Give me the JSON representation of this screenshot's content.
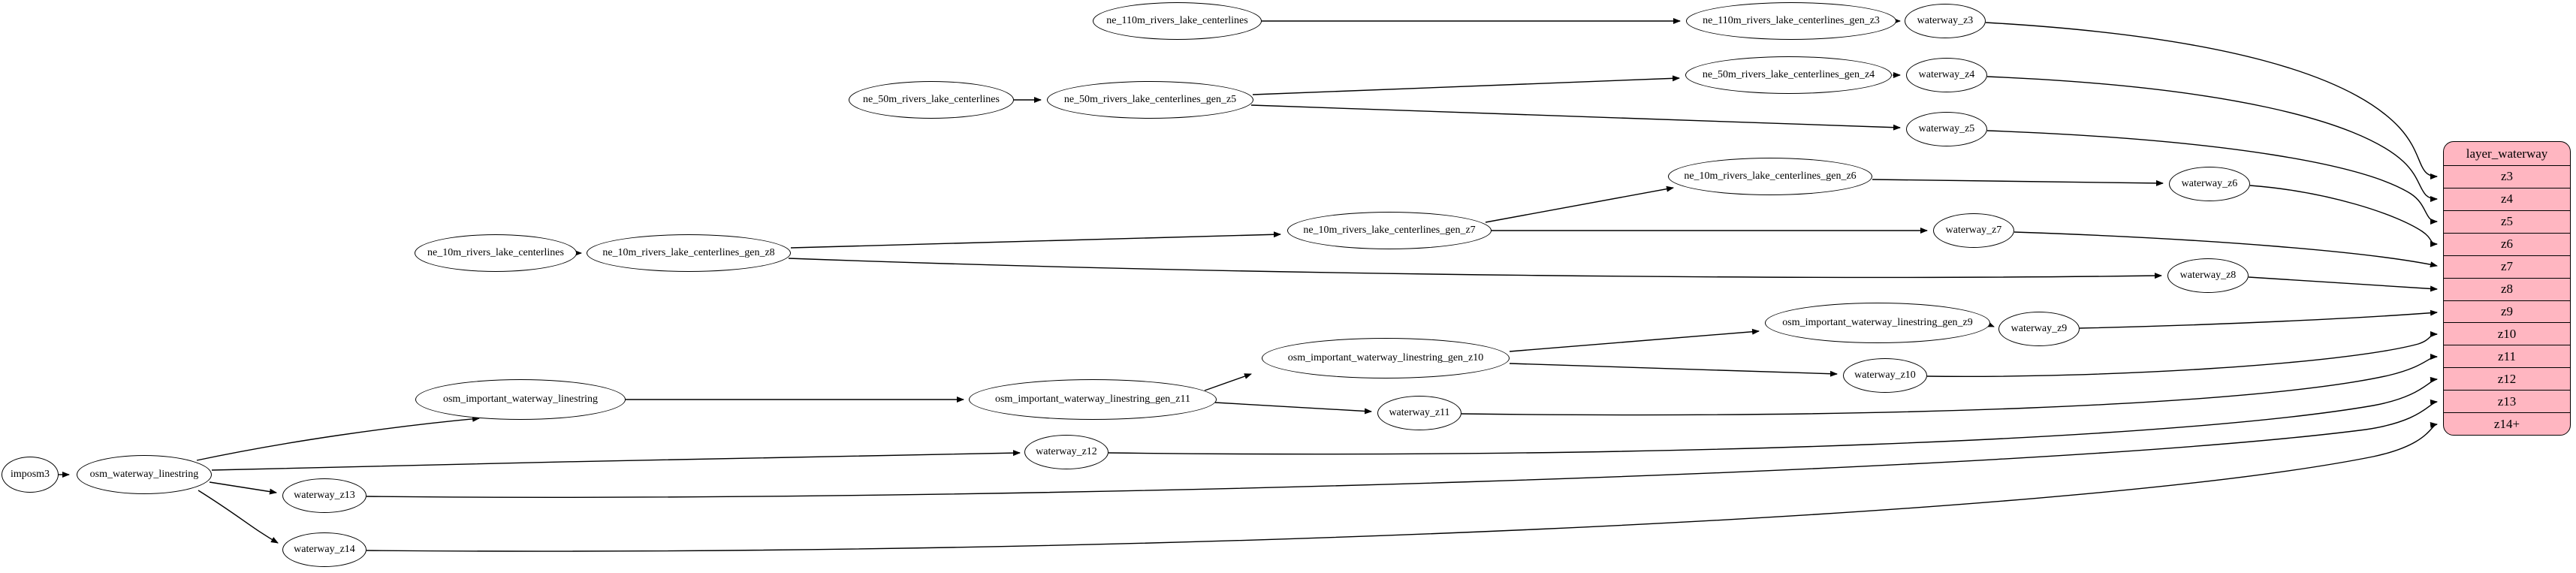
{
  "diagram": {
    "title": "layer_waterway ETL graph",
    "background_color": "#ffffff",
    "edge_color": "#000000",
    "node_fill": "#ffffff",
    "node_stroke": "#000000",
    "record_fill": "#ffb6c1"
  },
  "nodes": {
    "imposm3": "imposm3",
    "osm_waterway_linestring": "osm_waterway_linestring",
    "osm_important_waterway_linestring": "osm_important_waterway_linestring",
    "osm_important_waterway_linestring_gen_z11": "osm_important_waterway_linestring_gen_z11",
    "osm_important_waterway_linestring_gen_z10": "osm_important_waterway_linestring_gen_z10",
    "osm_important_waterway_linestring_gen_z9": "osm_important_waterway_linestring_gen_z9",
    "ne_110m_rivers_lake_centerlines": "ne_110m_rivers_lake_centerlines",
    "ne_110m_rivers_lake_centerlines_gen_z3": "ne_110m_rivers_lake_centerlines_gen_z3",
    "ne_50m_rivers_lake_centerlines": "ne_50m_rivers_lake_centerlines",
    "ne_50m_rivers_lake_centerlines_gen_z5": "ne_50m_rivers_lake_centerlines_gen_z5",
    "ne_50m_rivers_lake_centerlines_gen_z4": "ne_50m_rivers_lake_centerlines_gen_z4",
    "ne_10m_rivers_lake_centerlines": "ne_10m_rivers_lake_centerlines",
    "ne_10m_rivers_lake_centerlines_gen_z8": "ne_10m_rivers_lake_centerlines_gen_z8",
    "ne_10m_rivers_lake_centerlines_gen_z7": "ne_10m_rivers_lake_centerlines_gen_z7",
    "ne_10m_rivers_lake_centerlines_gen_z6": "ne_10m_rivers_lake_centerlines_gen_z6",
    "waterway_z3": "waterway_z3",
    "waterway_z4": "waterway_z4",
    "waterway_z5": "waterway_z5",
    "waterway_z6": "waterway_z6",
    "waterway_z7": "waterway_z7",
    "waterway_z8": "waterway_z8",
    "waterway_z9": "waterway_z9",
    "waterway_z10": "waterway_z10",
    "waterway_z11": "waterway_z11",
    "waterway_z12": "waterway_z12",
    "waterway_z13": "waterway_z13",
    "waterway_z14": "waterway_z14"
  },
  "table": {
    "title": "layer_waterway",
    "rows": [
      "z3",
      "z4",
      "z5",
      "z6",
      "z7",
      "z8",
      "z9",
      "z10",
      "z11",
      "z12",
      "z13",
      "z14+"
    ]
  },
  "edges": [
    {
      "from": "imposm3",
      "to": "osm_waterway_linestring"
    },
    {
      "from": "osm_waterway_linestring",
      "to": "osm_important_waterway_linestring"
    },
    {
      "from": "osm_waterway_linestring",
      "to": "waterway_z12"
    },
    {
      "from": "osm_waterway_linestring",
      "to": "waterway_z13"
    },
    {
      "from": "osm_waterway_linestring",
      "to": "waterway_z14"
    },
    {
      "from": "osm_important_waterway_linestring",
      "to": "osm_important_waterway_linestring_gen_z11"
    },
    {
      "from": "osm_important_waterway_linestring_gen_z11",
      "to": "osm_important_waterway_linestring_gen_z10"
    },
    {
      "from": "osm_important_waterway_linestring_gen_z11",
      "to": "waterway_z11"
    },
    {
      "from": "osm_important_waterway_linestring_gen_z10",
      "to": "osm_important_waterway_linestring_gen_z9"
    },
    {
      "from": "osm_important_waterway_linestring_gen_z10",
      "to": "waterway_z10"
    },
    {
      "from": "osm_important_waterway_linestring_gen_z9",
      "to": "waterway_z9"
    },
    {
      "from": "ne_110m_rivers_lake_centerlines",
      "to": "ne_110m_rivers_lake_centerlines_gen_z3"
    },
    {
      "from": "ne_110m_rivers_lake_centerlines_gen_z3",
      "to": "waterway_z3"
    },
    {
      "from": "ne_50m_rivers_lake_centerlines",
      "to": "ne_50m_rivers_lake_centerlines_gen_z5"
    },
    {
      "from": "ne_50m_rivers_lake_centerlines_gen_z5",
      "to": "ne_50m_rivers_lake_centerlines_gen_z4"
    },
    {
      "from": "ne_50m_rivers_lake_centerlines_gen_z5",
      "to": "waterway_z5"
    },
    {
      "from": "ne_50m_rivers_lake_centerlines_gen_z4",
      "to": "waterway_z4"
    },
    {
      "from": "ne_10m_rivers_lake_centerlines",
      "to": "ne_10m_rivers_lake_centerlines_gen_z8"
    },
    {
      "from": "ne_10m_rivers_lake_centerlines_gen_z8",
      "to": "ne_10m_rivers_lake_centerlines_gen_z7"
    },
    {
      "from": "ne_10m_rivers_lake_centerlines_gen_z8",
      "to": "waterway_z8"
    },
    {
      "from": "ne_10m_rivers_lake_centerlines_gen_z7",
      "to": "ne_10m_rivers_lake_centerlines_gen_z6"
    },
    {
      "from": "ne_10m_rivers_lake_centerlines_gen_z7",
      "to": "waterway_z7"
    },
    {
      "from": "ne_10m_rivers_lake_centerlines_gen_z6",
      "to": "waterway_z6"
    },
    {
      "from": "waterway_z3",
      "to": "layer_waterway.z3"
    },
    {
      "from": "waterway_z4",
      "to": "layer_waterway.z4"
    },
    {
      "from": "waterway_z5",
      "to": "layer_waterway.z5"
    },
    {
      "from": "waterway_z6",
      "to": "layer_waterway.z6"
    },
    {
      "from": "waterway_z7",
      "to": "layer_waterway.z7"
    },
    {
      "from": "waterway_z8",
      "to": "layer_waterway.z8"
    },
    {
      "from": "waterway_z9",
      "to": "layer_waterway.z9"
    },
    {
      "from": "waterway_z10",
      "to": "layer_waterway.z10"
    },
    {
      "from": "waterway_z11",
      "to": "layer_waterway.z11"
    },
    {
      "from": "waterway_z12",
      "to": "layer_waterway.z12"
    },
    {
      "from": "waterway_z13",
      "to": "layer_waterway.z13"
    },
    {
      "from": "waterway_z14",
      "to": "layer_waterway.z14+"
    }
  ]
}
